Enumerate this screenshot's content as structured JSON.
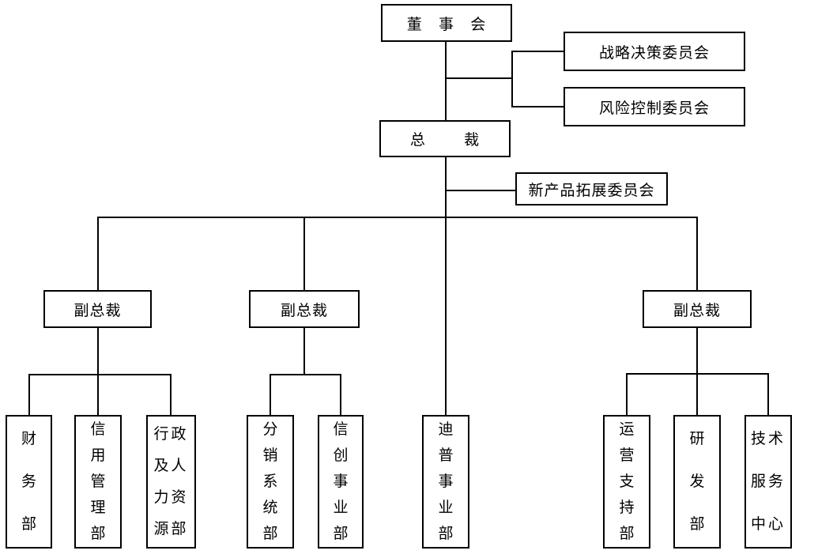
{
  "diagram": {
    "type": "org-chart",
    "background_color": "#ffffff",
    "line_color": "#000000",
    "box_border_color": "#000000",
    "nodes": {
      "board": {
        "label": "董 事 会"
      },
      "strategic": {
        "label": "战略决策委员会"
      },
      "risk": {
        "label": "风险控制委员会"
      },
      "president": {
        "label": "总 裁"
      },
      "new_product": {
        "label": "新产品拓展委员会"
      },
      "vp_left": {
        "label": "副总裁"
      },
      "vp_mid": {
        "label": "副总裁"
      },
      "vp_right": {
        "label": "副总裁"
      },
      "finance": {
        "label": "财务部",
        "display": "财\n务\n部"
      },
      "credit": {
        "label": "信用管理部",
        "display": "信\n用\n管\n理\n部"
      },
      "admin_hr": {
        "label": "行政及人力资源部",
        "display": "行政\n及人\n力资\n源部"
      },
      "distribution": {
        "label": "分销系统部",
        "display": "分\n销\n系\n统\n部"
      },
      "xinchuang": {
        "label": "信创事业部",
        "display": "信\n创\n事\n业\n部"
      },
      "dipu": {
        "label": "迪普事业部",
        "display": "迪\n普\n事\n业\n部"
      },
      "ops_support": {
        "label": "运营支持部",
        "display": "运\n营\n支\n持\n部"
      },
      "rnd": {
        "label": "研发部",
        "display": "研\n发\n部"
      },
      "tech_service": {
        "label": "技术服务中心",
        "display": "技术\n服务\n中心"
      }
    },
    "edges": [
      {
        "from": "board",
        "to": "president"
      },
      {
        "from": "board",
        "to": "strategic"
      },
      {
        "from": "board",
        "to": "risk"
      },
      {
        "from": "president",
        "to": "new_product"
      },
      {
        "from": "president",
        "to": "vp_left"
      },
      {
        "from": "president",
        "to": "vp_mid"
      },
      {
        "from": "president",
        "to": "dipu"
      },
      {
        "from": "president",
        "to": "vp_right"
      },
      {
        "from": "vp_left",
        "to": "finance"
      },
      {
        "from": "vp_left",
        "to": "credit"
      },
      {
        "from": "vp_left",
        "to": "admin_hr"
      },
      {
        "from": "vp_mid",
        "to": "distribution"
      },
      {
        "from": "vp_mid",
        "to": "xinchuang"
      },
      {
        "from": "vp_right",
        "to": "ops_support"
      },
      {
        "from": "vp_right",
        "to": "rnd"
      },
      {
        "from": "vp_right",
        "to": "tech_service"
      }
    ]
  }
}
